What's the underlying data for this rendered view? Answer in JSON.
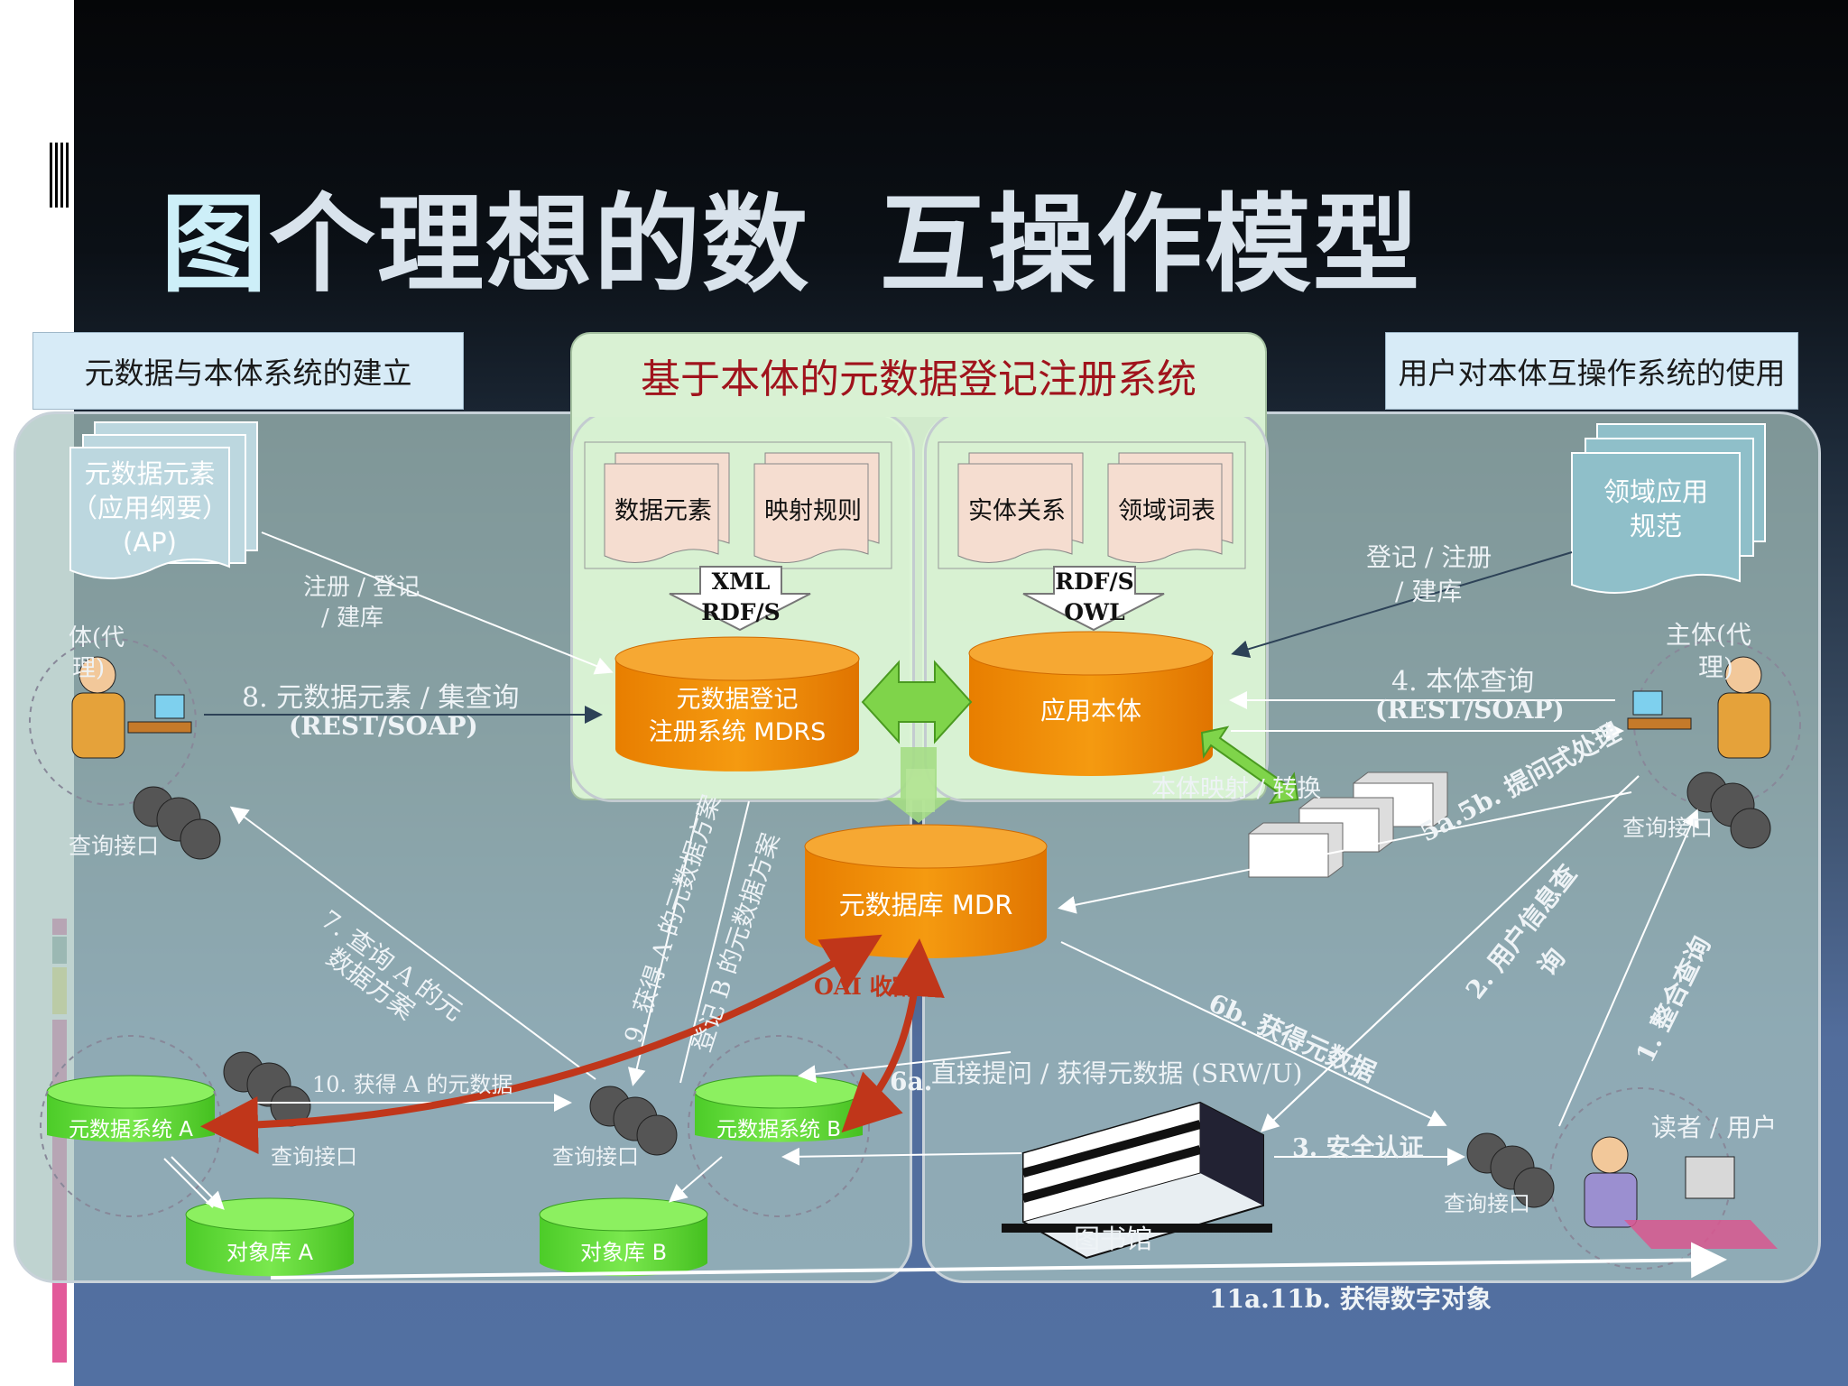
{
  "slide": {
    "title_part1": "图个理想的数",
    "title_part2": "互操作模型"
  },
  "headers": {
    "left": "元数据与本体系统的建立",
    "center": "基于本体的元数据登记注册系统",
    "right": "用户对本体互操作系统的使用"
  },
  "documents": {
    "ap_line1": "元数据元素",
    "ap_line2": "（应用纲要）",
    "ap_line3": "(AP)",
    "data_elements": "数据元素",
    "mapping_rules": "映射规则",
    "entity_relations": "实体关系",
    "domain_vocab": "领域词表",
    "domain_spec_line1": "领域应用",
    "domain_spec_line2": "规范"
  },
  "arrow_labels": {
    "xml": "XML",
    "rdfs_left": "RDF/S",
    "rdfs_right": "RDF/S",
    "owl": "OWL"
  },
  "databases": {
    "mdrs_line1": "元数据登记",
    "mdrs_line2": "注册系统 MDRS",
    "app_ontology": "应用本体",
    "mdr": "元数据库 MDR",
    "meta_a": "元数据系统 A",
    "meta_b": "元数据系统 B",
    "obj_a": "对象库 A",
    "obj_b": "对象库 B"
  },
  "labels": {
    "reg_left_1": "注册 / 登记",
    "reg_left_2": "/ 建库",
    "agent_left_1": "体(代",
    "agent_left_2": "理)",
    "query_left_1": "8. 元数据元素 / 集查询",
    "query_left_2": "(REST/SOAP)",
    "query_iface_left": "查询接口",
    "reg_right_1": "登记 / 注册",
    "reg_right_2": "/ 建库",
    "agent_right_1": "主体(代",
    "agent_right_2": "理)",
    "ontology_query_1": "4. 本体查询",
    "ontology_query_2": "(REST/SOAP)",
    "query_iface_right": "查询接口",
    "mapping": "本体映射 / 转换",
    "step5": "5a.5b. 提问式处理",
    "step7_1": "7. 查询 A 的元",
    "step7_2": "数据方案",
    "step9": "9. 获得 A 的元数据方案",
    "reg_b": "登记 B 的元数据方案",
    "oai": "OAI 收割",
    "step2_1": "2. 用户信息查",
    "step2_2": "询",
    "step1": "1. 整合查询",
    "step6b": "6b. 获得元数据",
    "step10": "10. 获得 A 的元数据",
    "query_iface_a": "查询接口",
    "query_iface_mid": "查询接口",
    "step6a_prefix": "6a.",
    "step6a": "直接提问 / 获得元数据 (SRW/U)",
    "step3": "3. 安全认证",
    "reader": "读者 / 用户",
    "query_iface_reader": "查询接口",
    "library": "图书馆",
    "step11": "11a.11b. 获得数字对象"
  },
  "colors": {
    "orange_db": "#f08a00",
    "green_db": "#66e03a",
    "green_arrow": "#7fd44a",
    "red_arrow": "#c0361a",
    "header_red": "#a0131c"
  }
}
